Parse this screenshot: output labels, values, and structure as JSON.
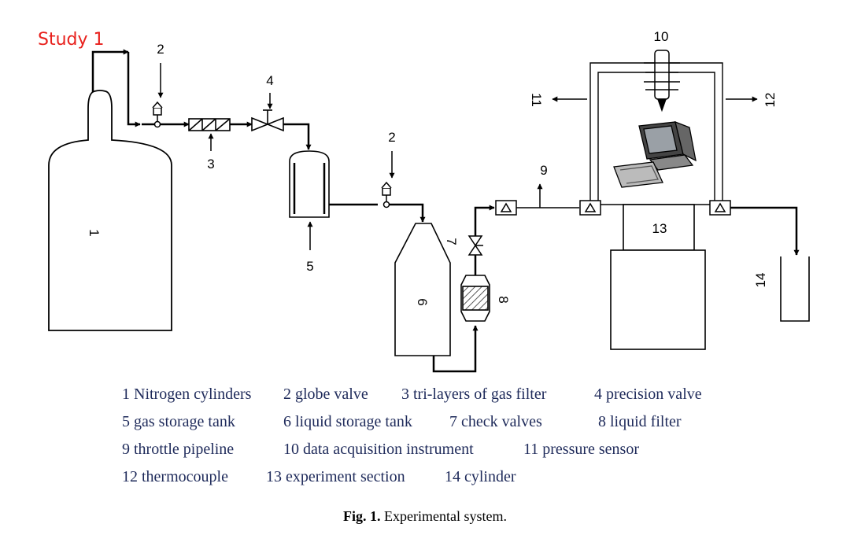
{
  "annotation": "Study 1",
  "numbers": {
    "n1": "1",
    "n2a": "2",
    "n2b": "2",
    "n3": "3",
    "n4": "4",
    "n5": "5",
    "n6": "6",
    "n7": "7",
    "n8": "8",
    "n9": "9",
    "n10": "10",
    "n11": "11",
    "n12": "12",
    "n13": "13",
    "n14": "14"
  },
  "legend": {
    "rows": [
      [
        "1 Nitrogen cylinders",
        "2 globe valve",
        "3 tri-layers of gas filter",
        "4 precision valve"
      ],
      [
        "5 gas storage tank",
        "6 liquid storage tank",
        "7 check valves",
        "8 liquid filter"
      ],
      [
        "9  throttle pipeline",
        "10 data acquisition instrument",
        "11 pressure sensor"
      ],
      [
        "12 thermocouple",
        "13 experiment section",
        "14 cylinder"
      ]
    ]
  },
  "caption": {
    "label": "Fig. 1.",
    "text": "Experimental system."
  }
}
